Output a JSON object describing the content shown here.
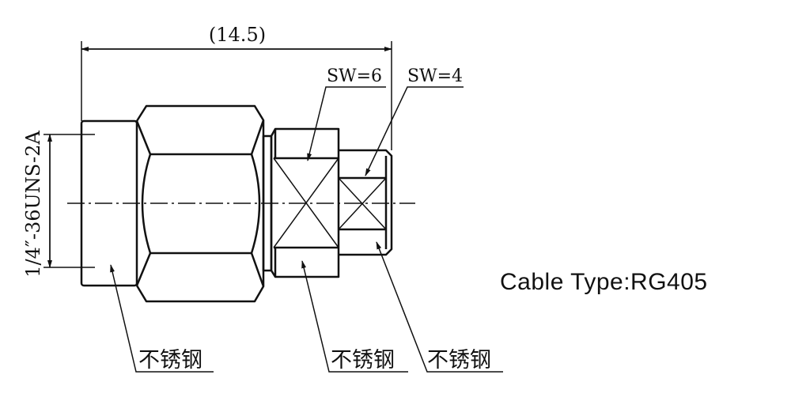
{
  "dimensions": {
    "overall_length": "(14.5)",
    "thread_spec": "1/4″-36UNS-2A",
    "wrench_size_1": "SW=6",
    "wrench_size_2": "SW=4"
  },
  "materials": [
    "不锈钢",
    "不锈钢",
    "不锈钢"
  ],
  "cable_type": "Cable Type:RG405"
}
